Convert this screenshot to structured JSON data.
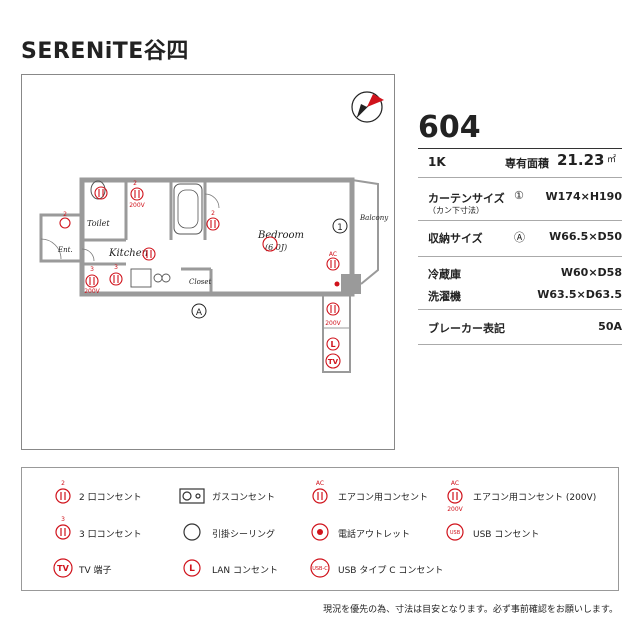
{
  "title": "SERENiTE谷四",
  "unit_number": "604",
  "layout_type": "1K",
  "area_label": "専有面積",
  "area_value": "21.23",
  "area_unit": "㎡",
  "specs": {
    "curtain_label": "カーテンサイズ",
    "curtain_sub": "（カン下寸法）",
    "curtain_marker": "①",
    "curtain_value": "W174×H190",
    "storage_label": "収納サイズ",
    "storage_marker": "Ⓐ",
    "storage_value": "W66.5×D50",
    "fridge_label": "冷蔵庫",
    "fridge_value": "W60×D58",
    "washer_label": "洗濯機",
    "washer_value": "W63.5×D63.5",
    "breaker_label": "ブレーカー表記",
    "breaker_value": "50A"
  },
  "floorplan": {
    "rooms": {
      "toilet": "Toilet",
      "entrance": "Ent.",
      "kitchen": "Kitchen",
      "closet": "Closet",
      "bedroom": "Bedroom",
      "bedroom_size": "(6.0J)",
      "balcony": "Balcony"
    },
    "markers": {
      "curtain": "1",
      "storage": "A"
    },
    "symbol_text": {
      "two": "2",
      "three": "3",
      "v200": "200V",
      "ac": "AC",
      "lan": "L",
      "tv": "TV"
    }
  },
  "legend": {
    "items": [
      {
        "label": "2 口コンセント",
        "icon": "outlet-2-icon"
      },
      {
        "label": "ガスコンセント",
        "icon": "gas-outlet-icon"
      },
      {
        "label": "エアコン用コンセント",
        "icon": "ac-outlet-icon"
      },
      {
        "label": "エアコン用コンセント (200V)",
        "icon": "ac-200v-outlet-icon"
      },
      {
        "label": "3 口コンセント",
        "icon": "outlet-3-icon"
      },
      {
        "label": "引掛シーリング",
        "icon": "ceiling-hook-icon"
      },
      {
        "label": "電話アウトレット",
        "icon": "phone-outlet-icon"
      },
      {
        "label": "USB コンセント",
        "icon": "usb-outlet-icon"
      },
      {
        "label": "TV 端子",
        "icon": "tv-terminal-icon"
      },
      {
        "label": "LAN コンセント",
        "icon": "lan-outlet-icon"
      },
      {
        "label": "USB タイプ C コンセント",
        "icon": "usb-c-outlet-icon"
      }
    ],
    "icon_text": {
      "two": "2",
      "three": "3",
      "ac": "AC",
      "v200": "200V",
      "usb": "USB",
      "tv": "TV",
      "lan": "L",
      "usbc": "USB-C"
    }
  },
  "footnote": "現況を優先の為、寸法は目安となります。必ず事前確認をお願いします。",
  "colors": {
    "accent_red": "#d0121b",
    "wall_gray": "#9a9a9a",
    "text": "#222222"
  }
}
